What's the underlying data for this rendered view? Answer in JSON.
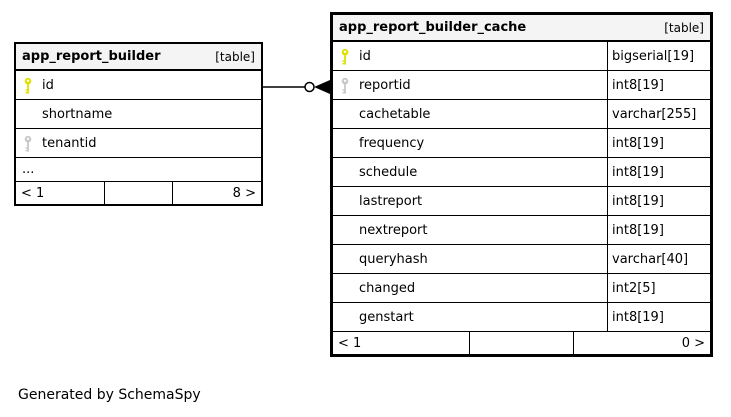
{
  "caption": "Generated by SchemaSpy",
  "colors": {
    "header_bg": "#f4f4f4",
    "primary_key": "#e0e000",
    "foreign_key": "#c8c8c8",
    "border": "#000000",
    "background": "#ffffff"
  },
  "tables": [
    {
      "name": "app_report_builder",
      "badge": "[table]",
      "columns": [
        {
          "name": "id",
          "key": "primary"
        },
        {
          "name": "shortname",
          "key": "none"
        },
        {
          "name": "tenantid",
          "key": "foreign"
        }
      ],
      "truncated": "...",
      "footer": {
        "left": "< 1",
        "middle": "",
        "right": "8 >"
      }
    },
    {
      "name": "app_report_builder_cache",
      "badge": "[table]",
      "columns": [
        {
          "name": "id",
          "key": "primary",
          "type": "bigserial[19]"
        },
        {
          "name": "reportid",
          "key": "foreign",
          "type": "int8[19]"
        },
        {
          "name": "cachetable",
          "key": "none",
          "type": "varchar[255]"
        },
        {
          "name": "frequency",
          "key": "none",
          "type": "int8[19]"
        },
        {
          "name": "schedule",
          "key": "none",
          "type": "int8[19]"
        },
        {
          "name": "lastreport",
          "key": "none",
          "type": "int8[19]"
        },
        {
          "name": "nextreport",
          "key": "none",
          "type": "int8[19]"
        },
        {
          "name": "queryhash",
          "key": "none",
          "type": "varchar[40]"
        },
        {
          "name": "changed",
          "key": "none",
          "type": "int2[5]"
        },
        {
          "name": "genstart",
          "key": "none",
          "type": "int8[19]"
        }
      ],
      "footer": {
        "left": "< 1",
        "middle": "",
        "right": "0 >"
      }
    }
  ],
  "relationship": {
    "from": "app_report_builder.id",
    "to": "app_report_builder_cache.reportid"
  }
}
